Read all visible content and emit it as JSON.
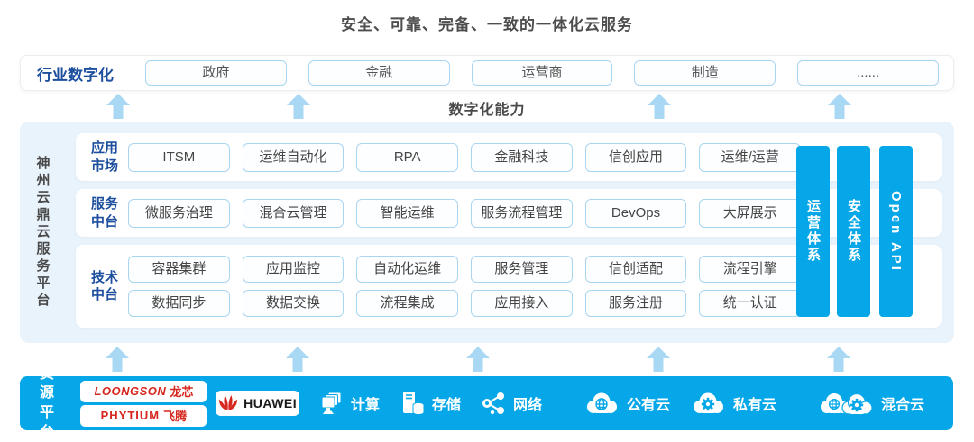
{
  "title": "安全、可靠、完备、一致的一体化云服务",
  "industry": {
    "label": "行业数字化",
    "sectors": [
      "政府",
      "金融",
      "运营商",
      "制造",
      "......"
    ]
  },
  "capability_label": "数字化能力",
  "platform": {
    "side_label": "神州云鼎云服务平台",
    "rows": [
      {
        "label": "应用市场",
        "items": [
          "ITSM",
          "运维自动化",
          "RPA",
          "金融科技",
          "信创应用",
          "运维/运营"
        ]
      },
      {
        "label": "服务中台",
        "items": [
          "微服务治理",
          "混合云管理",
          "智能运维",
          "服务流程管理",
          "DevOps",
          "大屏展示"
        ]
      },
      {
        "label": "技术中台",
        "items_top": [
          "容器集群",
          "应用监控",
          "自动化运维",
          "服务管理",
          "信创适配",
          "流程引擎"
        ],
        "items_bottom": [
          "数据同步",
          "数据交换",
          "流程集成",
          "应用接入",
          "服务注册",
          "统一认证"
        ]
      }
    ],
    "pillars": [
      "运营体系",
      "安全体系",
      "Open API"
    ]
  },
  "resources": {
    "label": "资源平台",
    "vendors": {
      "loongson_en": "LOONGSON",
      "loongson_cn": "龙芯",
      "phytium_en": "PHYTIUM",
      "phytium_cn": "飞腾",
      "huawei": "HUAWEI"
    },
    "items": [
      {
        "label": "计算",
        "icon": "compute-icon"
      },
      {
        "label": "存储",
        "icon": "storage-icon"
      },
      {
        "label": "网络",
        "icon": "network-icon"
      },
      {
        "label": "公有云",
        "icon": "public-cloud-icon"
      },
      {
        "label": "私有云",
        "icon": "private-cloud-icon"
      },
      {
        "label": "混合云",
        "icon": "hybrid-cloud-icon"
      }
    ]
  },
  "colors": {
    "accent_blue": "#06a7e8",
    "arrow_blue": "#a9d8f5",
    "panel_bg": "#e9f3fb",
    "box_border": "#a9d5f0",
    "label_blue": "#1d4f9e",
    "brand_red": "#d6281e",
    "text_dark": "#4d4d4d"
  }
}
